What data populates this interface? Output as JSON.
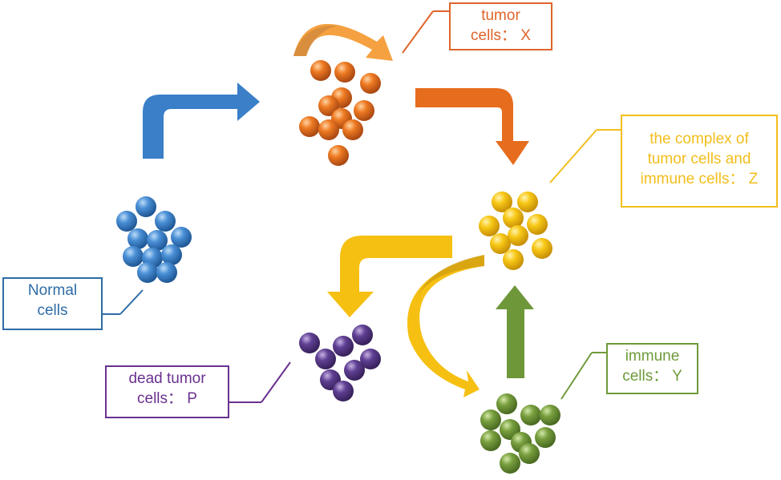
{
  "labels": {
    "normal": {
      "line1": "Normal",
      "line2": "cells",
      "color": "#2E6CA6"
    },
    "tumor": {
      "line1": "tumor",
      "line2": "cells： X",
      "color": "#E0642A"
    },
    "complex": {
      "line1": "the complex of",
      "line2": "tumor cells and",
      "line3": "immune cells： Z",
      "color": "#F2BE1B"
    },
    "immune": {
      "line1": "immune",
      "line2": "cells： Y",
      "color": "#6E9A3A"
    },
    "dead": {
      "line1": "dead tumor",
      "line2": "cells： P",
      "color": "#6A3190"
    }
  },
  "colors": {
    "blue": "#3A7FC8",
    "orange": "#E66C1E",
    "orange_light": "#F5A141",
    "yellow": "#F6C012",
    "green": "#6E973A",
    "purple": "#5E3B8E"
  }
}
